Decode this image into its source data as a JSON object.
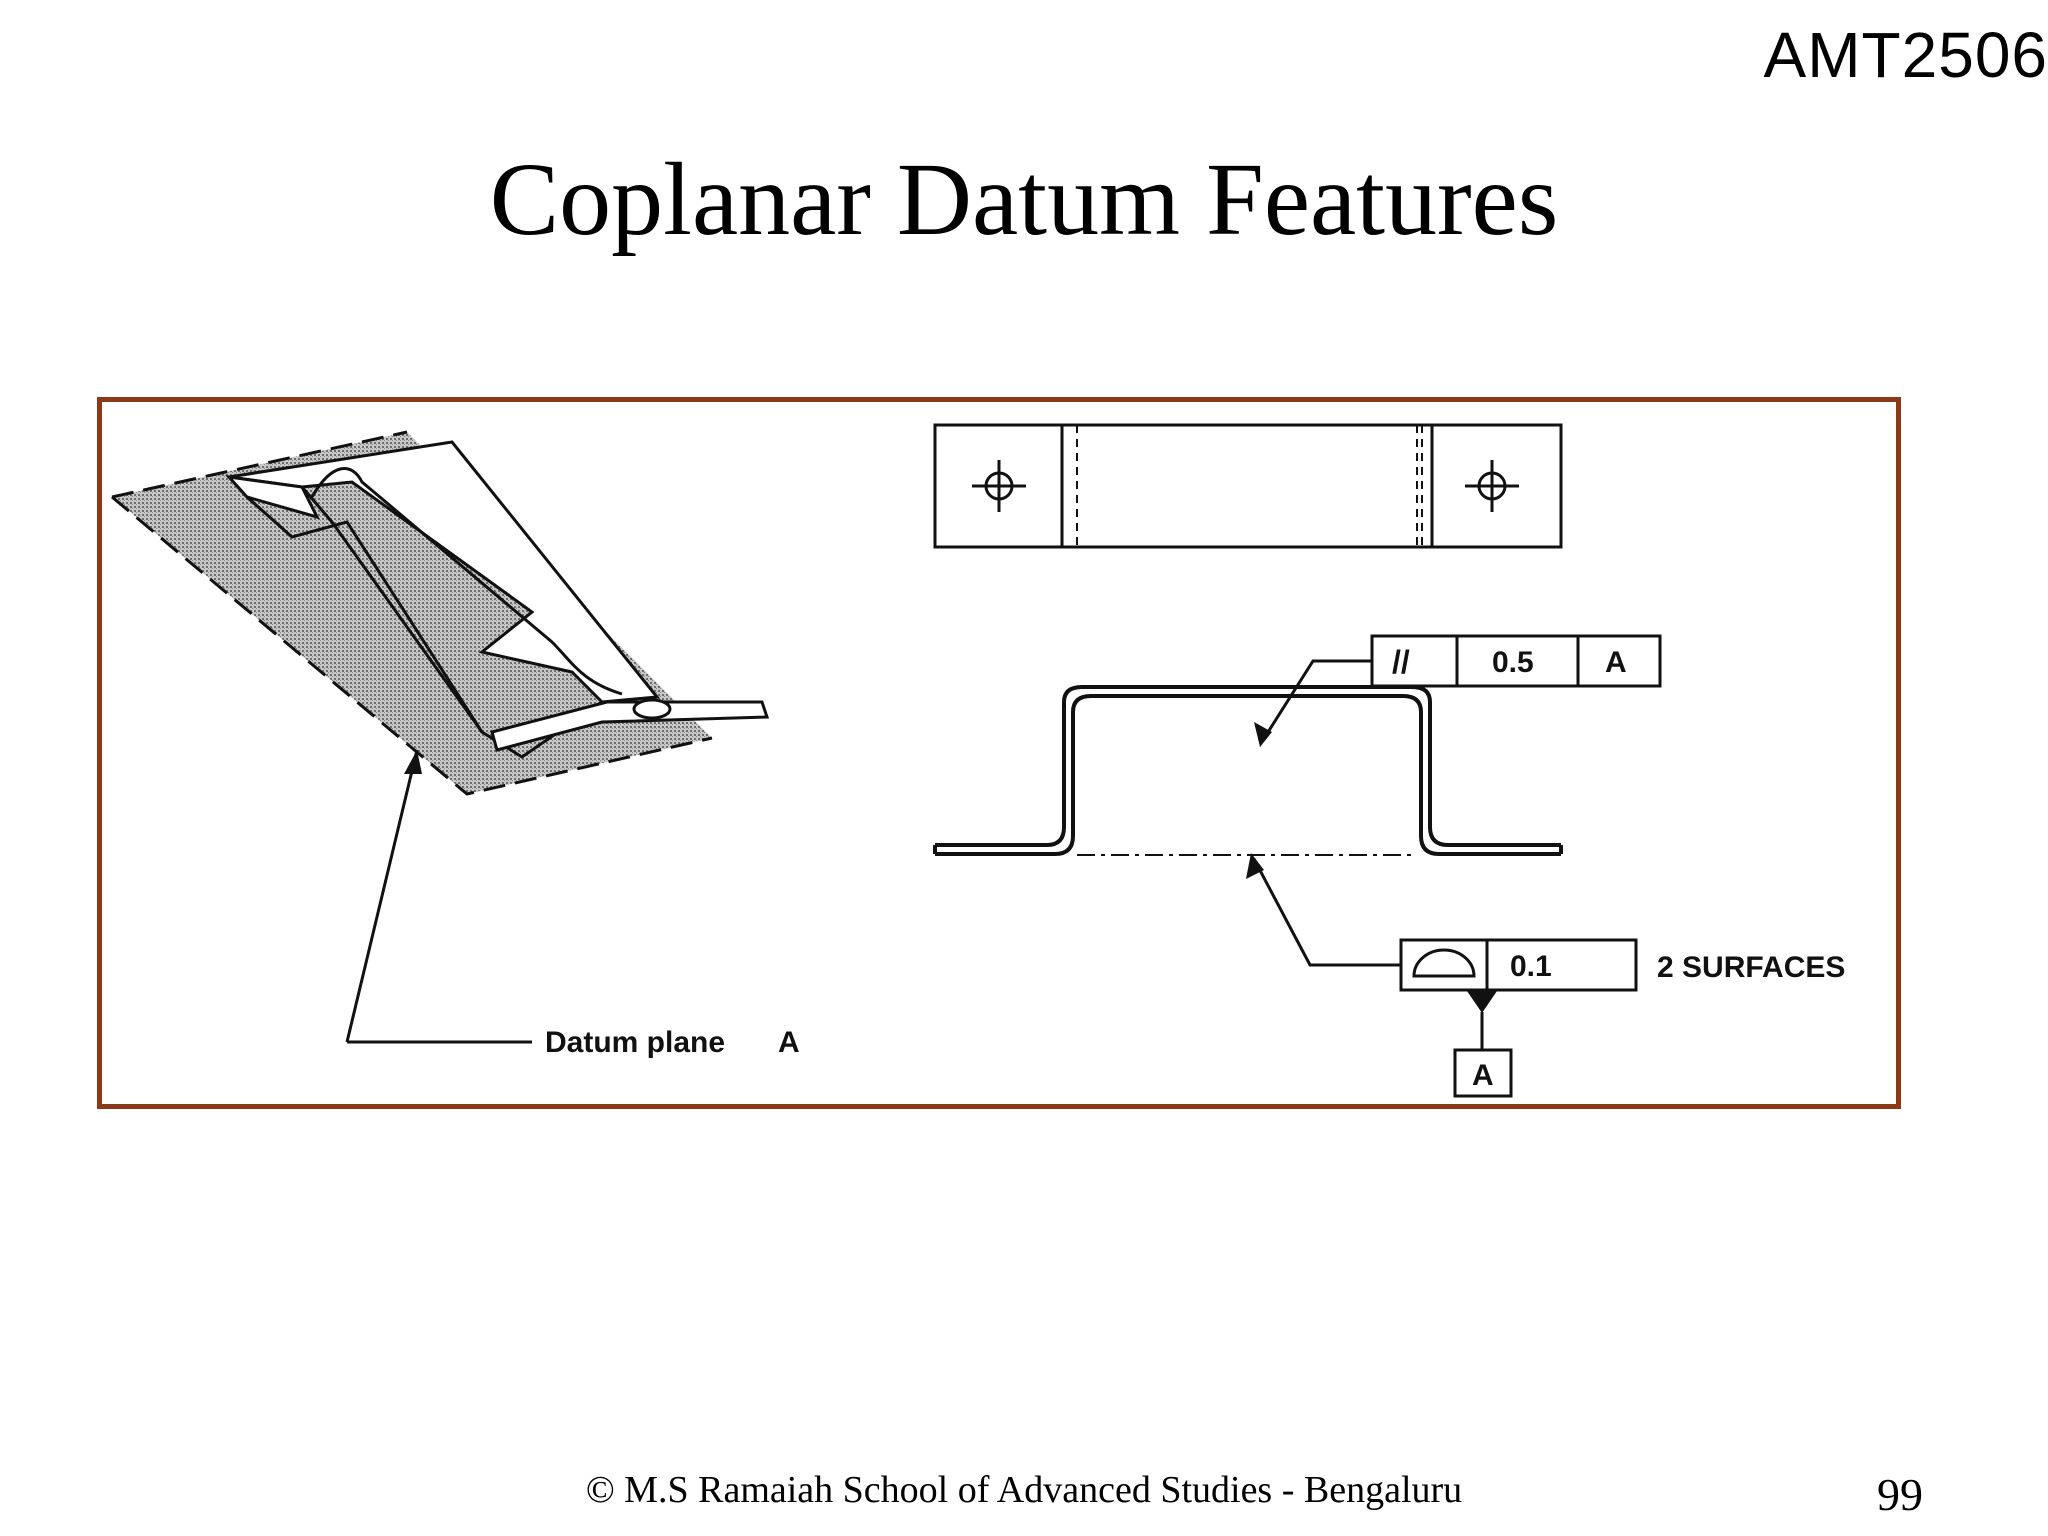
{
  "header": {
    "course_code": "AMT2506",
    "title": "Coplanar Datum Features"
  },
  "figure": {
    "datum_plane_label": "Datum plane",
    "datum_plane_letter": "A",
    "parallelism_frame": {
      "symbol": "//",
      "tolerance": "0.5",
      "datum": "A"
    },
    "profile_frame": {
      "tolerance": "0.1",
      "note": "2 SURFACES",
      "datum_feature": "A"
    }
  },
  "footer": {
    "copyright": "© M.S Ramaiah School of Advanced Studies - Bengaluru",
    "page_number": "99"
  }
}
